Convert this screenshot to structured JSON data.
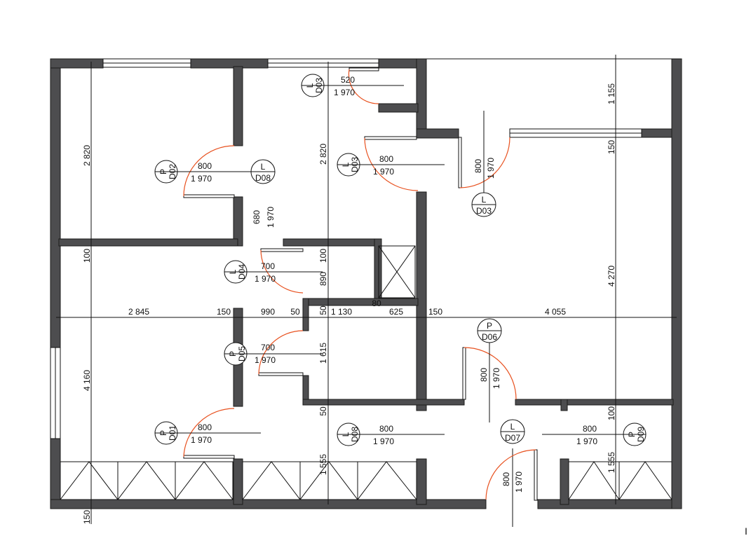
{
  "plan": {
    "dims": {
      "d_2820_left": "2 820",
      "d_2820_mid": "2 820",
      "d_100_left": "100",
      "d_4160": "4 160",
      "d_150_bottom": "150",
      "d_680": "680",
      "d_1970_v1": "1 970",
      "d_100_center": "100",
      "d_890": "890",
      "d_50_center": "50",
      "d_1615": "1 615",
      "d_50_lower": "50",
      "d_1555_center": "1 555",
      "d_1155": "1 155",
      "d_150_right": "150",
      "d_4270": "4 270",
      "d_100_right": "100",
      "d_1555_right": "1 555",
      "h_2845": "2 845",
      "h_150a": "150",
      "h_990": "990",
      "h_50": "50",
      "h_1130": "1 130",
      "h_80": "80",
      "h_625": "625",
      "h_150b": "150",
      "h_4055": "4 055"
    },
    "doors": {
      "d03_top": {
        "width": "520",
        "height": "1 970",
        "hinge": "L",
        "id": "D03"
      },
      "d02": {
        "width": "800",
        "height": "1 970",
        "hinge": "P",
        "id": "D02"
      },
      "d08_top": {
        "hinge": "L",
        "id": "D08"
      },
      "d03_mid": {
        "width": "800",
        "height": "1 970",
        "hinge": "L",
        "id": "D03"
      },
      "d03_right": {
        "width": "800",
        "height": "1 970",
        "hinge": "L",
        "id": "D03"
      },
      "d04": {
        "width": "700",
        "height": "1 970",
        "hinge": "L",
        "id": "D04"
      },
      "d05": {
        "width": "700",
        "height": "1 970",
        "hinge": "P",
        "id": "D05"
      },
      "d06": {
        "width": "800",
        "height": "1 970",
        "hinge": "P",
        "id": "D06"
      },
      "d01": {
        "width": "800",
        "height": "1 970",
        "hinge": "P",
        "id": "D01"
      },
      "d08_bottom": {
        "width": "800",
        "height": "1 970",
        "hinge": "L",
        "id": "D08"
      },
      "d07": {
        "width": "800",
        "height": "1 970",
        "hinge": "L",
        "id": "D07"
      },
      "d09": {
        "width": "800",
        "height": "1 970",
        "hinge": "P",
        "id": "D09"
      }
    },
    "edge_mark": "I",
    "colors": {
      "wall": "#4d4d4f",
      "door_swing": "#e8511f"
    }
  }
}
